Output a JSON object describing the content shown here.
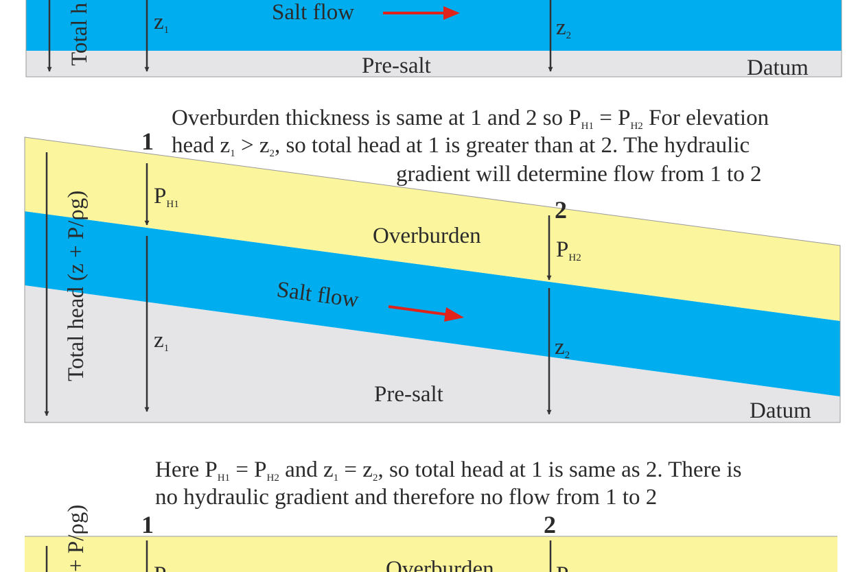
{
  "colors": {
    "overburden": "#fbf59e",
    "salt": "#00aeef",
    "presalt": "#e5e5e7",
    "flow_arrow": "#e0231b",
    "line": "#333333"
  },
  "panel_top": {
    "salt_label": "Salt flow",
    "presalt_label": "Pre-salt",
    "datum_label": "Datum",
    "total_head_label": "Total h",
    "z1": "z",
    "z1_sub": "1",
    "z2": "z",
    "z2_sub": "2"
  },
  "panel_middle": {
    "caption": {
      "line1_a": "Overburden thickness is same at 1 and 2 so P",
      "line1_sub1": "H1",
      "line1_b": " = P",
      "line1_sub2": "H2",
      "line1_c": " For elevation",
      "line2_a": "head z",
      "line2_sub1": "1",
      "line2_b": " > z",
      "line2_sub2": "2",
      "line2_c": ", so total head at 1 is greater than at 2. The hydraulic",
      "line3": "gradient will determine flow from 1 to 2"
    },
    "point1": "1",
    "point2": "2",
    "overburden_label": "Overburden",
    "salt_label": "Salt flow",
    "presalt_label": "Pre-salt",
    "datum_label": "Datum",
    "total_head_label": "Total head (z + P/ρg)",
    "ph1": "P",
    "ph1_sub": "H1",
    "ph2": "P",
    "ph2_sub": "H2",
    "z1": "z",
    "z1_sub": "1",
    "z2": "z",
    "z2_sub": "2"
  },
  "panel_bottom": {
    "caption": {
      "line1_a": "Here P",
      "line1_sub1": "H1",
      "line1_b": " = P",
      "line1_sub2": "H2",
      "line1_c": "  and  z",
      "line1_sub3": "1",
      "line1_d": " = z",
      "line1_sub4": "2",
      "line1_e": ", so total head at 1 is same as 2. There is",
      "line2": "no hydraulic gradient and therefore no flow from 1 to 2"
    },
    "point1": "1",
    "point2": "2",
    "overburden_label": "Overburden",
    "total_head_label": "+ P/ρg)",
    "ph1": "P",
    "ph2": "P"
  }
}
